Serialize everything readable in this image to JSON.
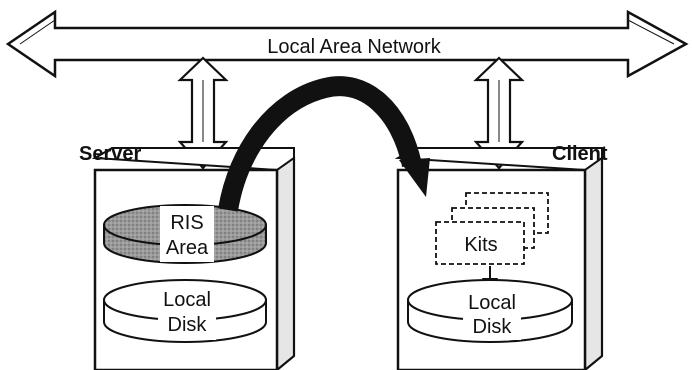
{
  "network": {
    "label": "Local Area Network"
  },
  "server": {
    "title": "Server",
    "ris_line1": "RIS",
    "ris_line2": "Area",
    "disk_line1": "Local",
    "disk_line2": "Disk"
  },
  "client": {
    "title": "Client",
    "kits_label": "Kits",
    "disk_line1": "Local",
    "disk_line2": "Disk"
  },
  "colors": {
    "ink": "#111111",
    "box_fill": "#ffffff",
    "box_side": "#e6e6e6",
    "ris_fill": "#8c8c8c"
  }
}
